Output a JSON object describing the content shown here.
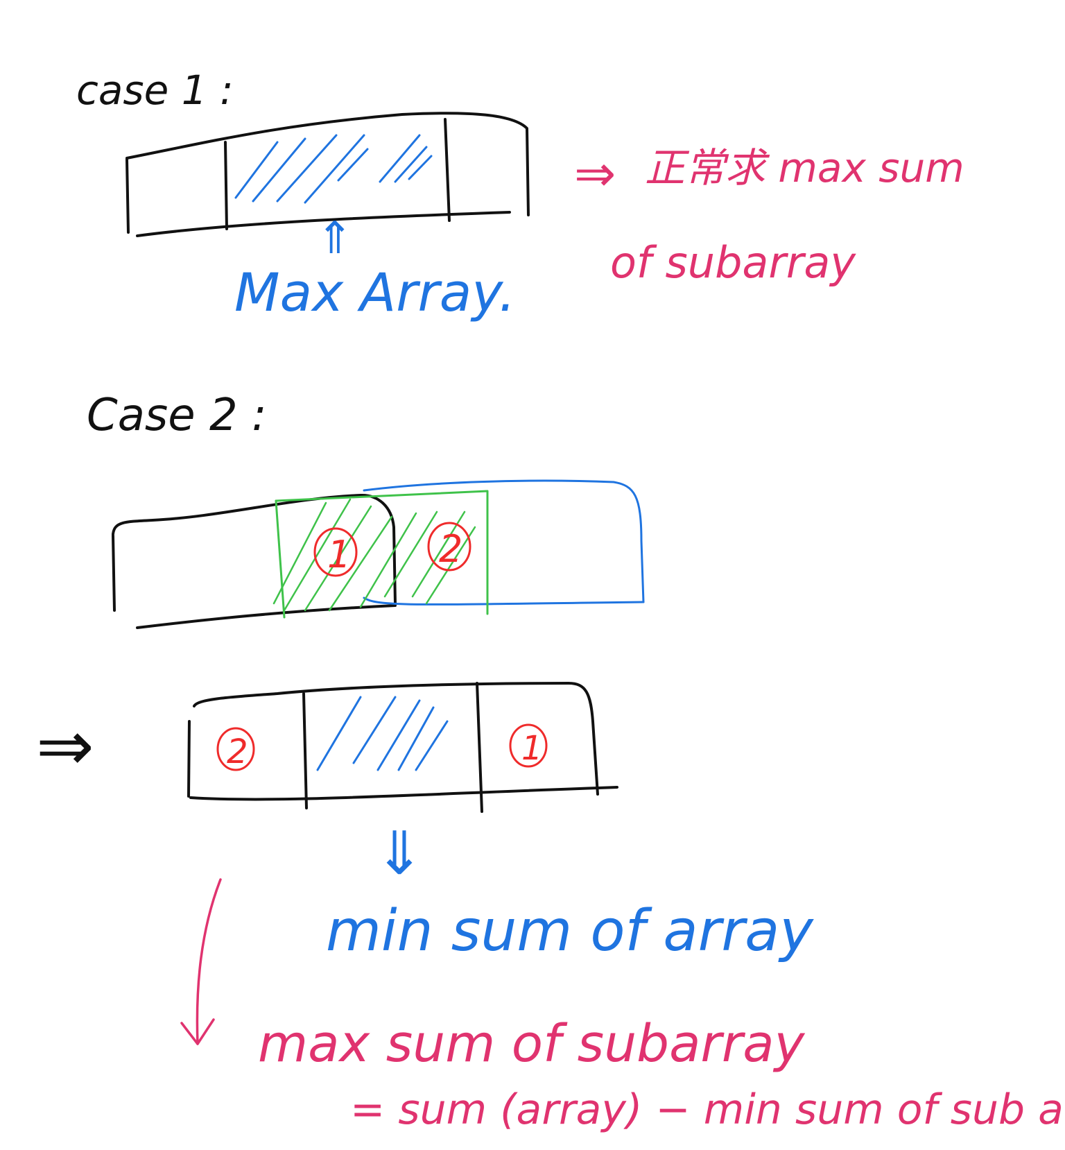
{
  "colors": {
    "ink_black": "#111111",
    "ink_blue": "#1f74e0",
    "ink_pink": "#e0336f",
    "ink_green": "#3fc24a",
    "ink_red": "#ef2b2b",
    "background": "#ffffff"
  },
  "case1": {
    "heading": "case 1 :",
    "array_label": "Max Array.",
    "arrow_up_glyph": "⇑",
    "implies_glyph": "⇒",
    "note_line1": "正常求 max sum",
    "note_line2": "of subarray"
  },
  "case2": {
    "heading": "Case 2 :",
    "marker_1": "1",
    "marker_2": "2",
    "implies_glyph": "⇒",
    "lower_marker_left": "2",
    "lower_marker_right": "1",
    "arrow_down_glyph": "⇓",
    "blue_note": "min sum of array",
    "formula_line1": "max sum of subarray",
    "formula_line2": "= sum (array) − min sum of sub array"
  }
}
